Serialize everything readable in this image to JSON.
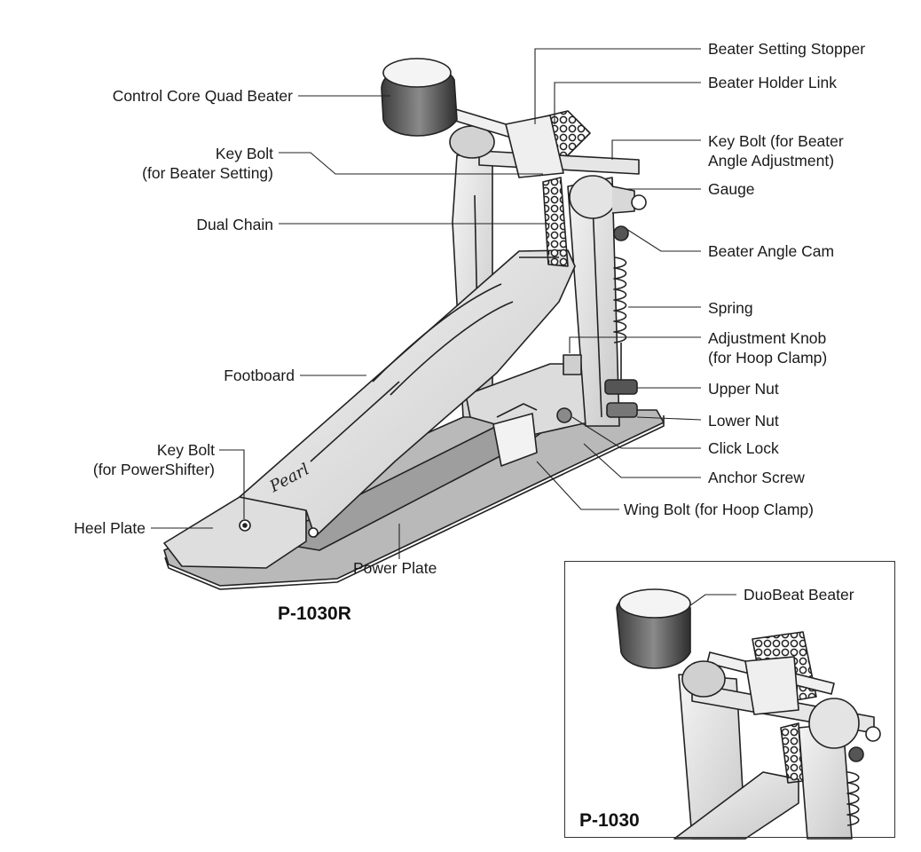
{
  "main_model": "P-1030R",
  "inset_model": "P-1030",
  "labels": {
    "beater_setting_stopper": "Beater Setting Stopper",
    "beater_holder_link": "Beater Holder Link",
    "control_core_quad_beater": "Control Core Quad Beater",
    "key_bolt_beater_setting_1": "Key Bolt",
    "key_bolt_beater_setting_2": "(for Beater Setting)",
    "key_bolt_angle_1": "Key Bolt (for Beater",
    "key_bolt_angle_2": "Angle Adjustment)",
    "gauge": "Gauge",
    "dual_chain": "Dual Chain",
    "beater_angle_cam": "Beater Angle Cam",
    "spring": "Spring",
    "adjustment_knob_1": "Adjustment Knob",
    "adjustment_knob_2": "(for Hoop Clamp)",
    "footboard": "Footboard",
    "upper_nut": "Upper Nut",
    "lower_nut": "Lower Nut",
    "key_bolt_powershifter_1": "Key Bolt",
    "key_bolt_powershifter_2": "(for PowerShifter)",
    "click_lock": "Click Lock",
    "anchor_screw": "Anchor Screw",
    "wing_bolt": "Wing Bolt (for Hoop Clamp)",
    "heel_plate": "Heel Plate",
    "power_plate": "Power Plate",
    "duobeat_beater": "DuoBeat Beater"
  },
  "logo_text": "Pearl",
  "colors": {
    "line": "#1a1a1a",
    "part_light": "#e6e6e6",
    "part_mid": "#bdbdbd",
    "part_dark": "#5a5a5a"
  }
}
